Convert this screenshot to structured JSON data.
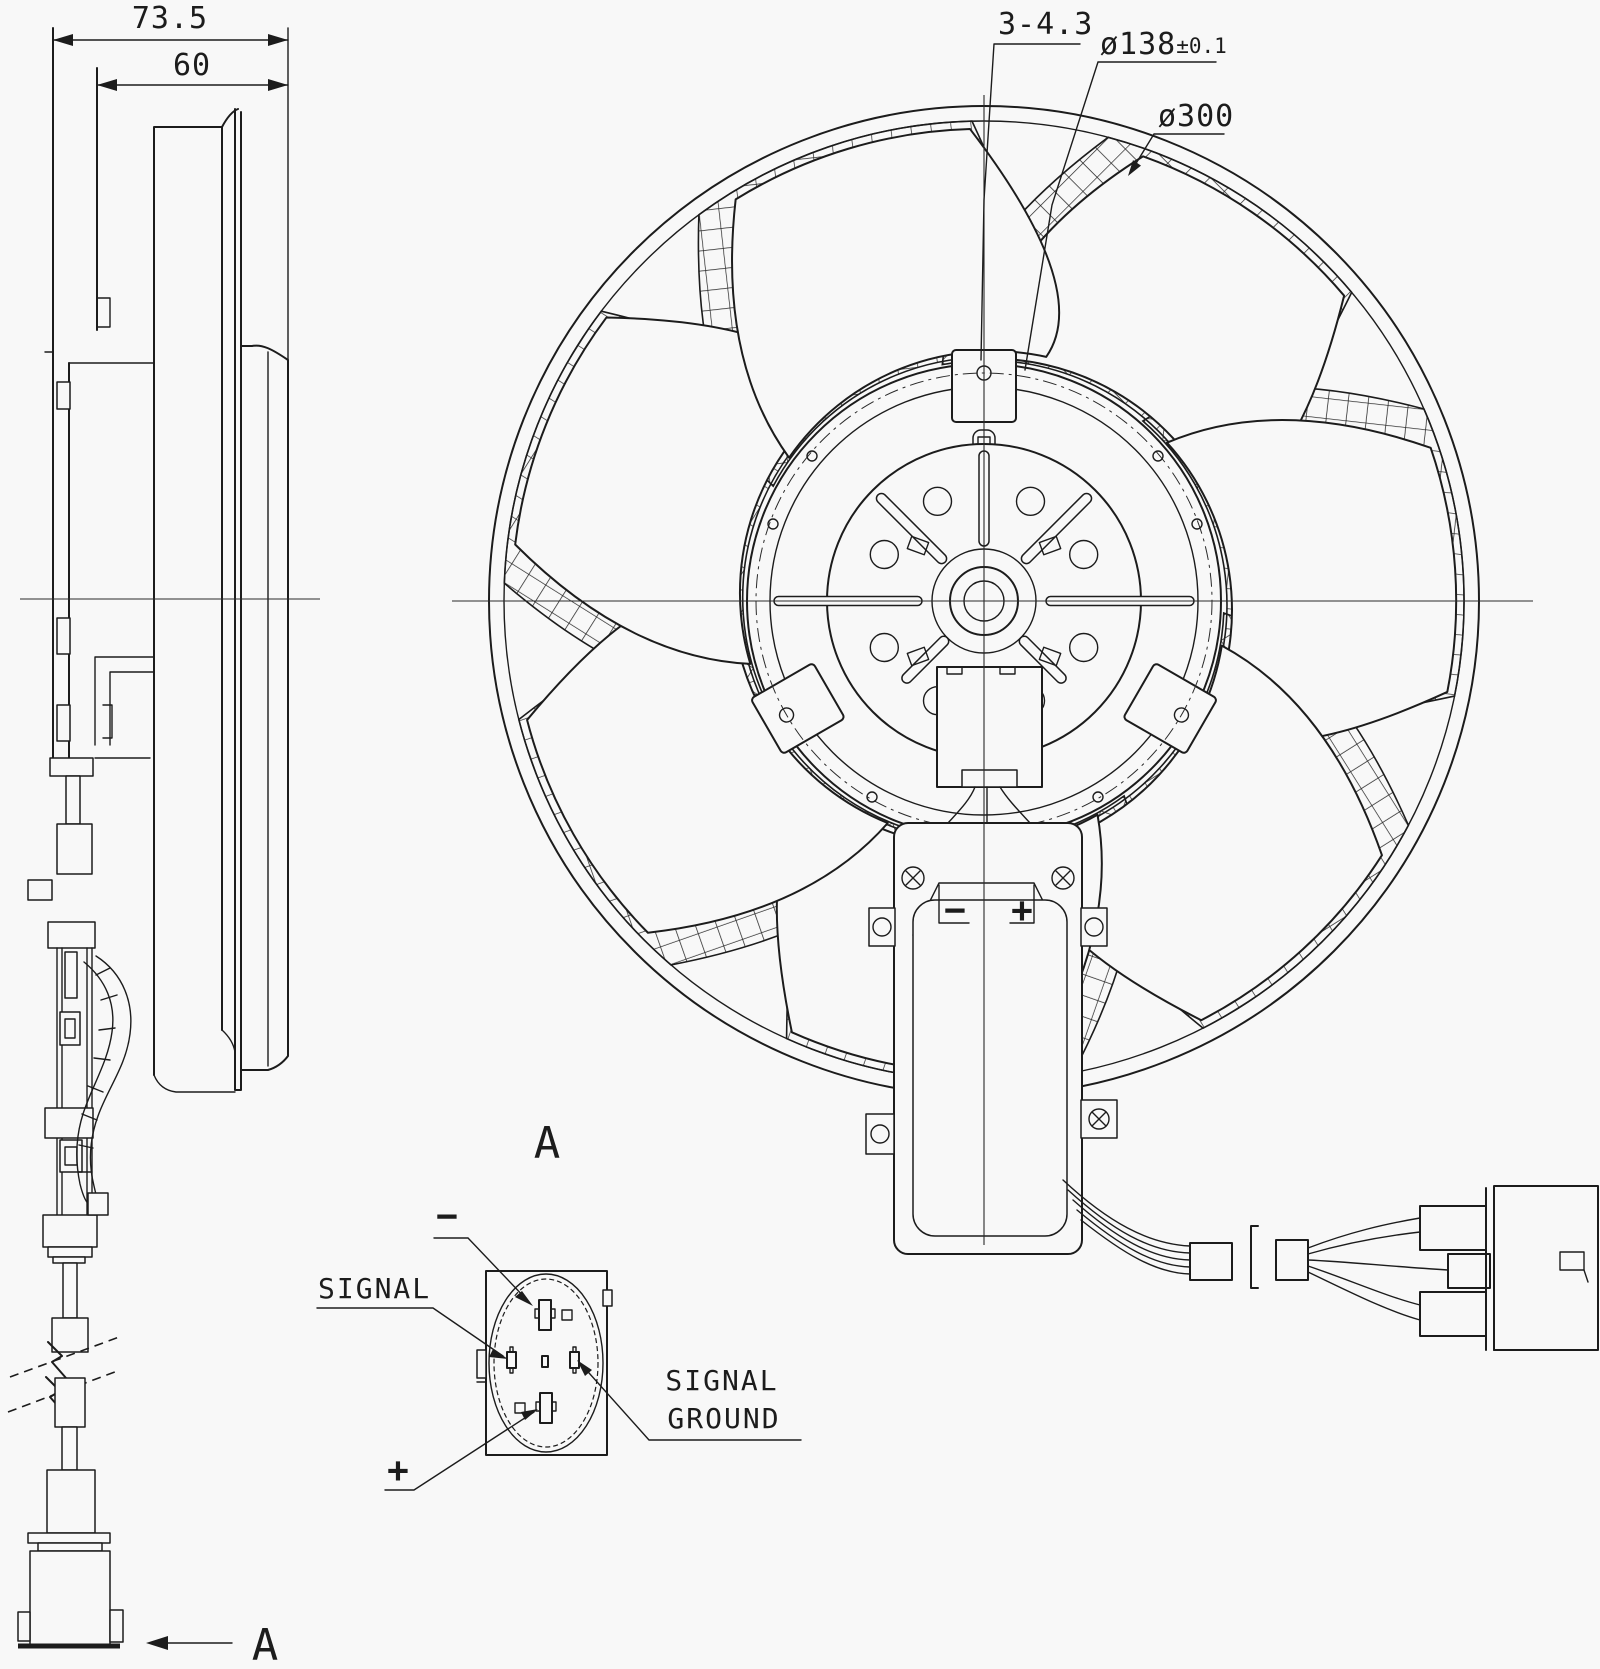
{
  "drawing": {
    "title": "cooling-fan-assembly-drawing",
    "dimensions": {
      "overall_depth": "73.5",
      "shroud_depth": "60",
      "mounting_holes": "3-4.3",
      "bolt_circle_dia": "ø138",
      "bolt_circle_tol": "±0.1",
      "fan_dia": "ø300"
    },
    "motor": {
      "negative": "−",
      "positive": "+"
    },
    "section": {
      "view_label": "A",
      "detail_label": "A"
    },
    "connector_detail": {
      "pin_minus": "−",
      "pin_plus": "+",
      "pin_signal": "SIGNAL",
      "pin_signal_ground_line1": "SIGNAL",
      "pin_signal_ground_line2": "GROUND"
    },
    "colors": {
      "line": "#1c1c1c",
      "background": "#f8f8f8"
    }
  }
}
